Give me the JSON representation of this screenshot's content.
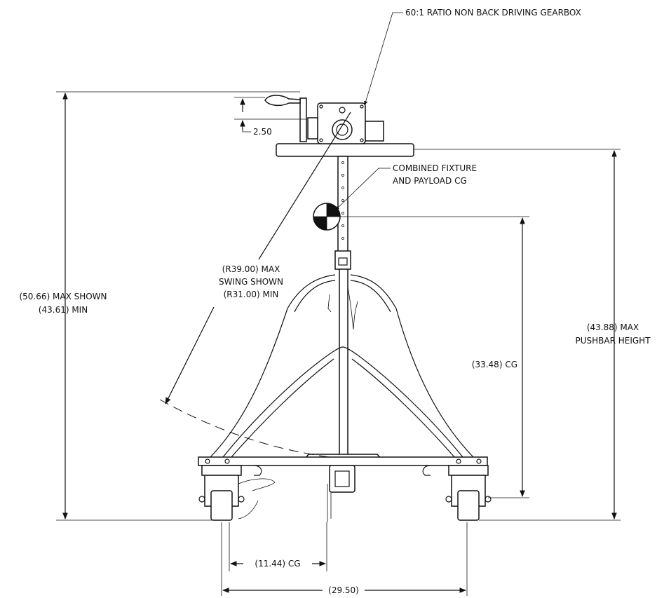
{
  "labels": {
    "gearbox": "60:1 RATIO NON BACK DRIVING GEARBOX",
    "cg_note_1": "COMBINED FIXTURE",
    "cg_note_2": "AND PAYLOAD CG",
    "handle_offset": "2.50",
    "swing_1": "(R39.00) MAX",
    "swing_2": "SWING SHOWN",
    "swing_3": "(R31.00) MIN",
    "height_1": "(50.66) MAX SHOWN",
    "height_2": "(43.61) MIN",
    "pushbar_1": "(43.88) MAX",
    "pushbar_2": "PUSHBAR HEIGHT",
    "cg_height": "(33.48) CG",
    "cg_horizontal": "(11.44) CG",
    "wheel_span": "(29.50)"
  }
}
